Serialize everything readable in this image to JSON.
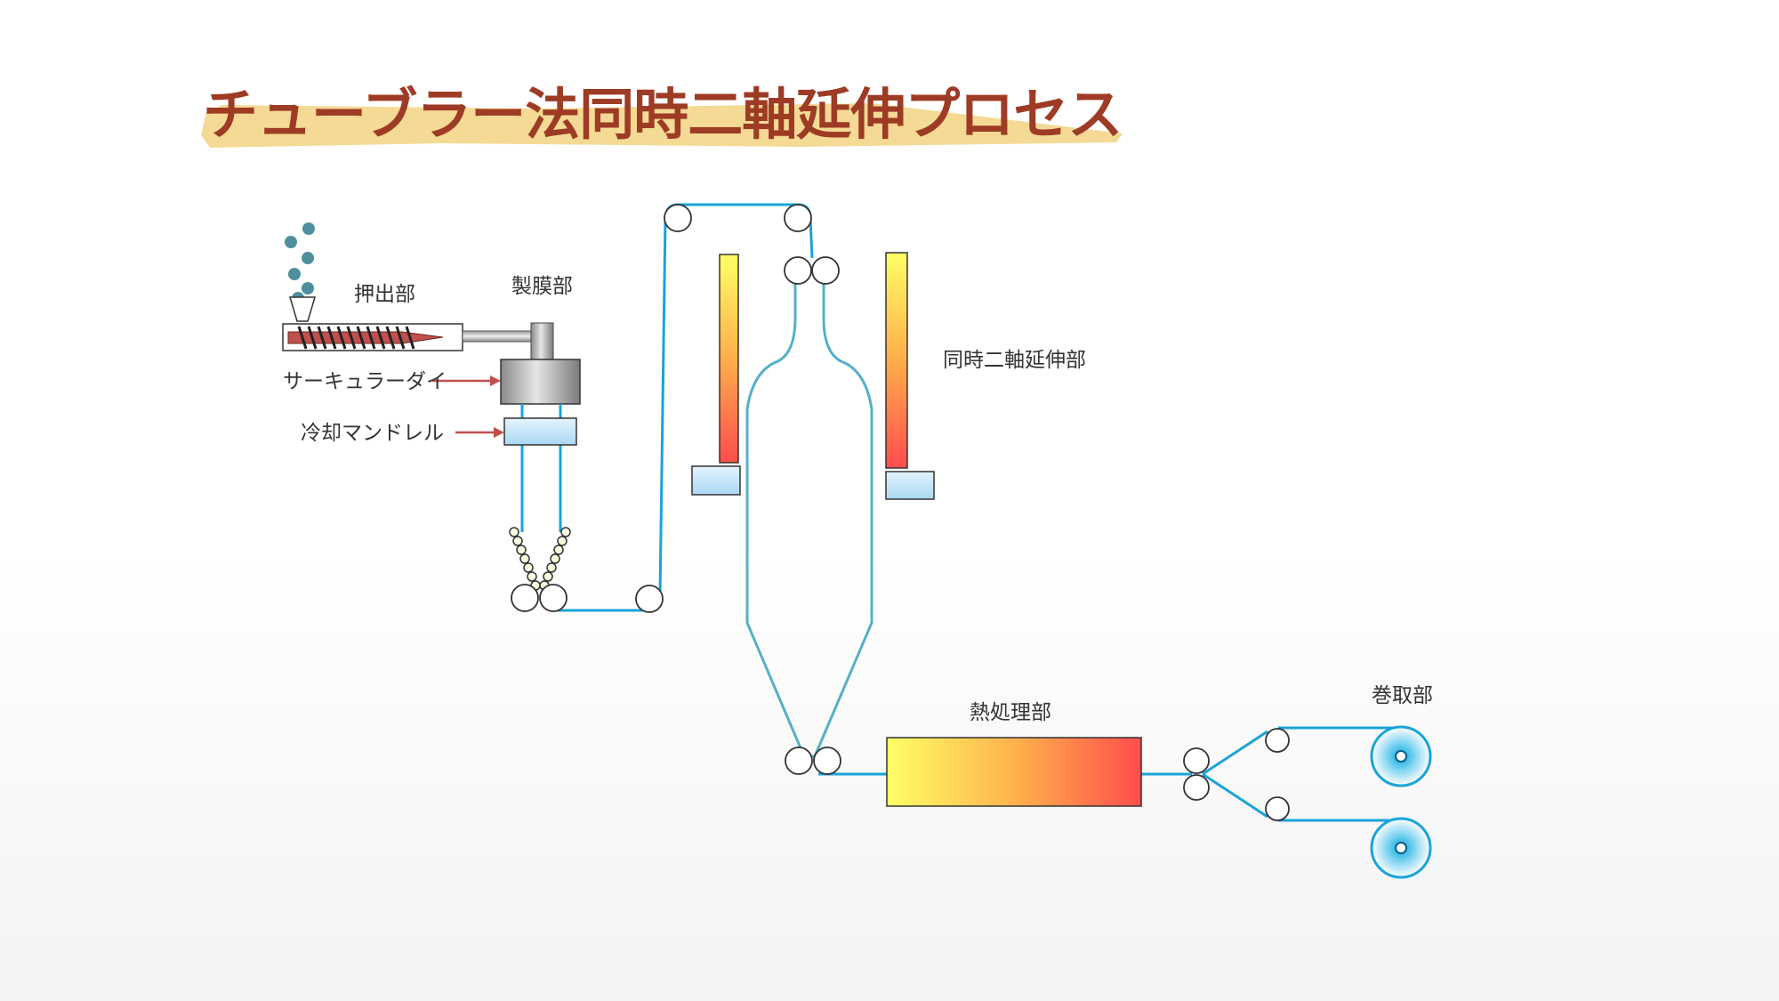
{
  "title": "チューブラー法同時二軸延伸プロセス",
  "labels": {
    "extruder": "押出部",
    "film_forming": "製膜部",
    "circular_die": "サーキュラーダイ",
    "cooling_mandrel": "冷却マンドレル",
    "biaxial_stretching": "同時二軸延伸部",
    "heat_treatment": "熱処理部",
    "winding": "巻取部"
  },
  "colors": {
    "title": "#9e3b24",
    "highlight": "#f3d68a",
    "film_line": "#1aa3d9",
    "bubble_line": "#55b0c8",
    "heater_top": "#ffff66",
    "heater_bottom": "#ff4d4d",
    "cooler": "#bfe3f7",
    "arrow": "#c0504d",
    "pellet": "#4f8f9e"
  }
}
